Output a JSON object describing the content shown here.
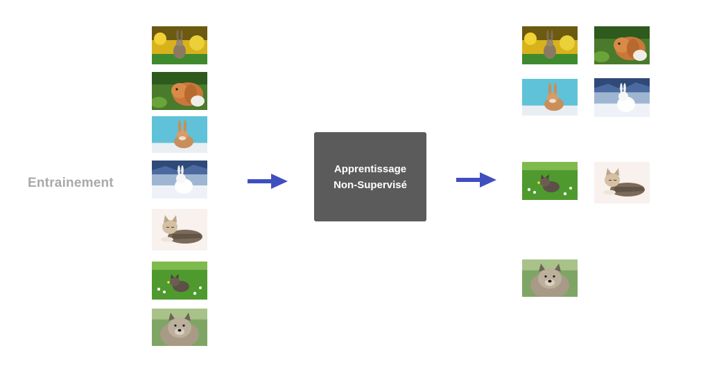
{
  "input_label": "Entrainement",
  "process": {
    "line1": "Apprentissage",
    "line2": "Non-Supervisé"
  },
  "accent_color": "#3f4fc0",
  "input_images": [
    {
      "name": "rabbit-yellow-flowers-image"
    },
    {
      "name": "lop-rabbit-green-image"
    },
    {
      "name": "rabbit-blue-background-image"
    },
    {
      "name": "white-rabbit-snow-image"
    },
    {
      "name": "tabby-kitten-lying-image"
    },
    {
      "name": "kitten-grass-flowers-image"
    },
    {
      "name": "fluffy-dog-image"
    }
  ],
  "clusters": [
    {
      "name": "rabbit-cluster",
      "images": [
        "rabbit-yellow-flowers-image",
        "lop-rabbit-green-image",
        "rabbit-blue-background-image",
        "white-rabbit-snow-image"
      ]
    },
    {
      "name": "cat-cluster",
      "images": [
        "kitten-grass-flowers-image",
        "tabby-kitten-lying-image"
      ]
    },
    {
      "name": "dog-cluster",
      "images": [
        "fluffy-dog-image"
      ]
    }
  ]
}
